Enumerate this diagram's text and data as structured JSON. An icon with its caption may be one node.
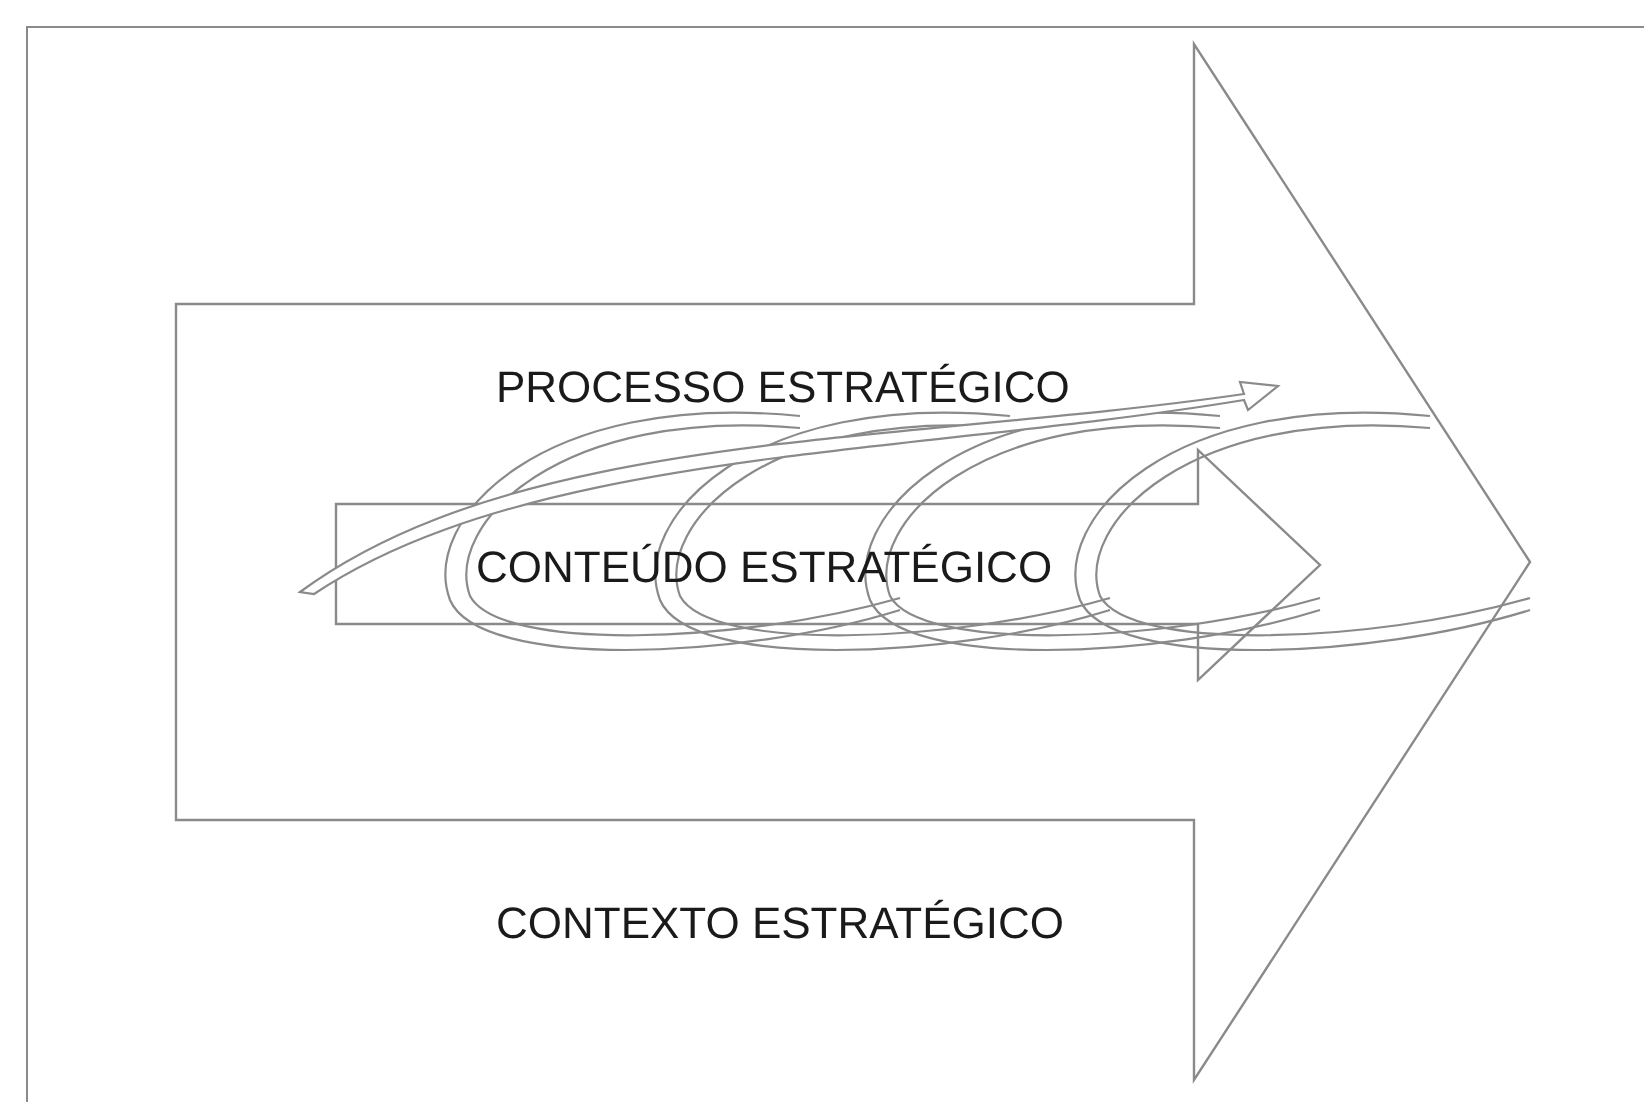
{
  "diagram": {
    "nodes": [
      {
        "text": [
          "CONTEXTO ESTRATÉGICO"
        ]
      },
      {
        "text": [
          "CONTEÚDO ESTRATÉGICO"
        ],
        "in": 0
      }
    ],
    "labels": [
      "PROCESSO ESTRATÉGICO"
    ]
  }
}
